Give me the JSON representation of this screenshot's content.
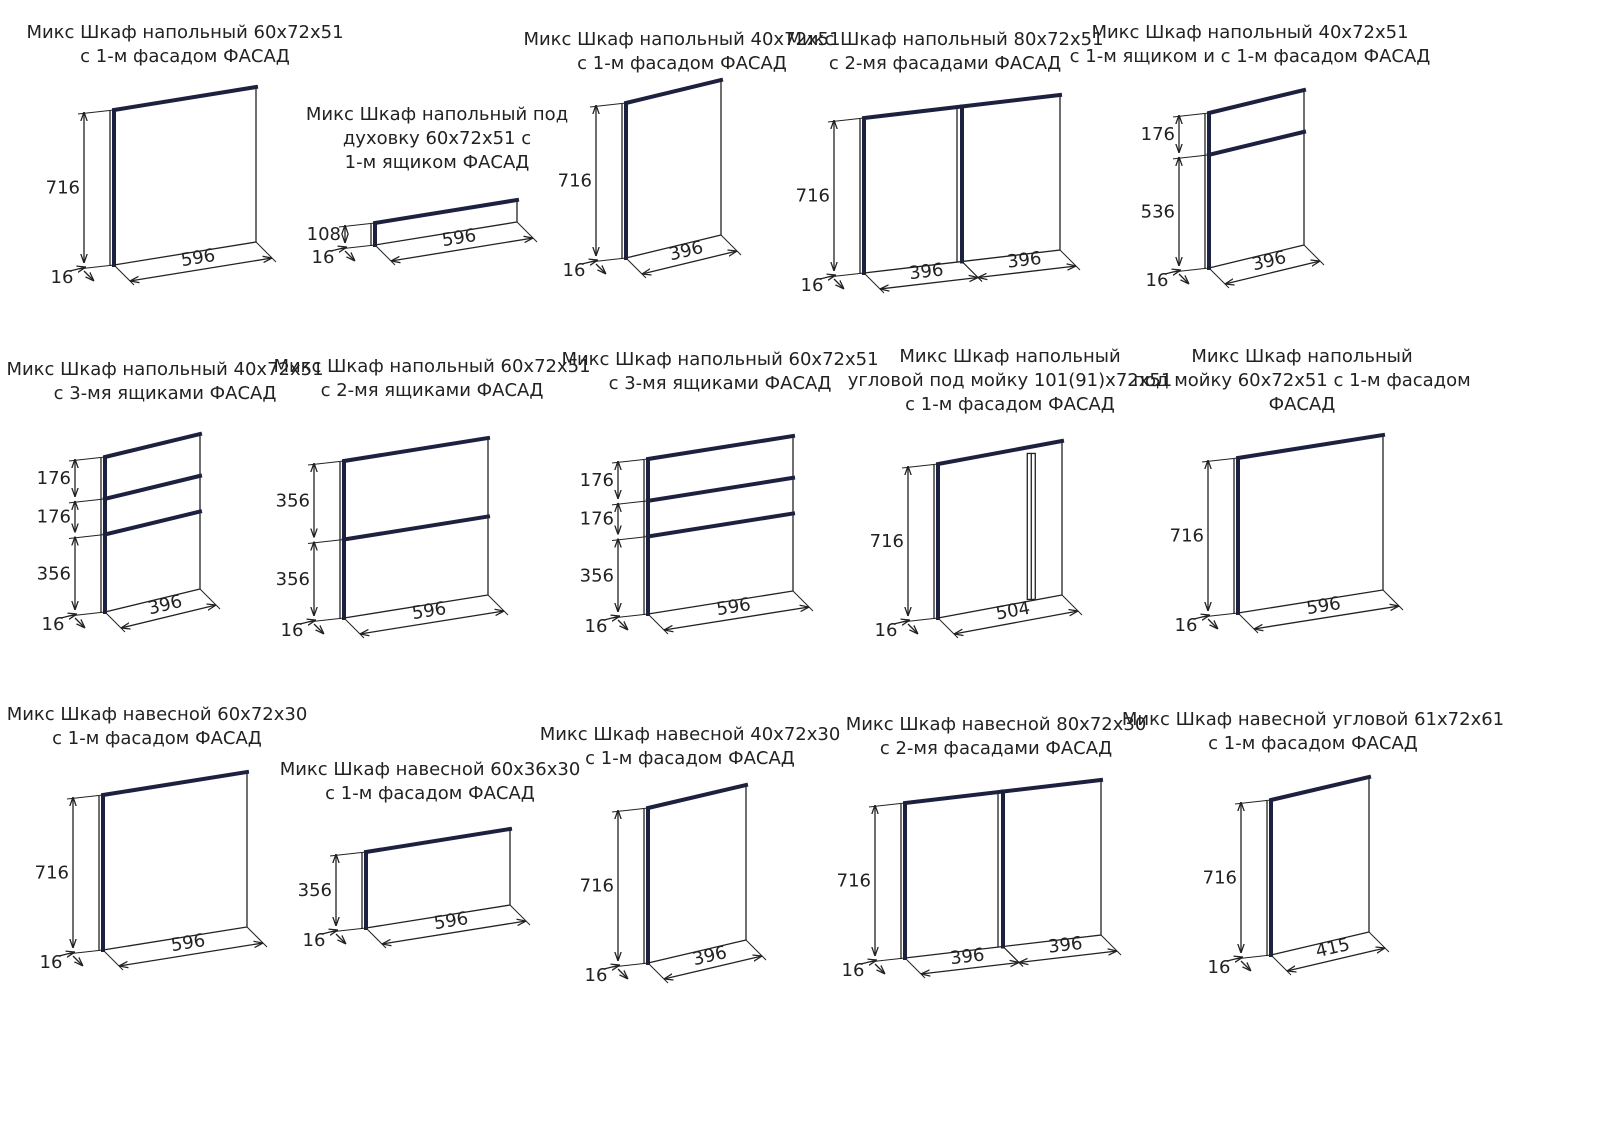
{
  "colors": {
    "panel_edge": "#1d2140",
    "line": "#222222",
    "background": "#ffffff"
  },
  "items": [
    {
      "title_lines": [
        "Микс Шкаф напольный 60x72x51",
        "с 1-м фасадом ФАСАД"
      ],
      "height_labels": [
        "716"
      ],
      "width_labels": [
        "596"
      ],
      "depth_label": "16"
    },
    {
      "title_lines": [
        "Микс Шкаф напольный под",
        "духовку 60x72x51 с",
        "1-м ящиком ФАСАД"
      ],
      "height_labels": [
        "108"
      ],
      "width_labels": [
        "596"
      ],
      "depth_label": "16"
    },
    {
      "title_lines": [
        "Микс Шкаф напольный 40x72x51",
        "с 1-м фасадом ФАСАД"
      ],
      "height_labels": [
        "716"
      ],
      "width_labels": [
        "396"
      ],
      "depth_label": "16"
    },
    {
      "title_lines": [
        "Микс Шкаф напольный 80x72x51",
        "с 2-мя фасадами ФАСАД"
      ],
      "height_labels": [
        "716"
      ],
      "width_labels": [
        "396",
        "396"
      ],
      "depth_label": "16"
    },
    {
      "title_lines": [
        "Микс Шкаф напольный 40x72x51",
        "с 1-м ящиком и с 1-м фасадом ФАСАД"
      ],
      "height_labels": [
        "176",
        "536"
      ],
      "width_labels": [
        "396"
      ],
      "depth_label": "16"
    },
    {
      "title_lines": [
        "Микс Шкаф напольный 40x72x51",
        "с 3-мя ящиками ФАСАД"
      ],
      "height_labels": [
        "176",
        "176",
        "356"
      ],
      "width_labels": [
        "396"
      ],
      "depth_label": "16"
    },
    {
      "title_lines": [
        "Микс Шкаф напольный 60x72x51",
        "с 2-мя ящиками ФАСАД"
      ],
      "height_labels": [
        "356",
        "356"
      ],
      "width_labels": [
        "596"
      ],
      "depth_label": "16"
    },
    {
      "title_lines": [
        "Микс Шкаф напольный 60x72x51",
        "с 3-мя ящиками ФАСАД"
      ],
      "height_labels": [
        "176",
        "176",
        "356"
      ],
      "width_labels": [
        "596"
      ],
      "depth_label": "16"
    },
    {
      "title_lines": [
        "Микс Шкаф напольный",
        "угловой под мойку 101(91)x72x51",
        "с 1-м фасадом ФАСАД"
      ],
      "height_labels": [
        "716"
      ],
      "width_labels": [
        "504"
      ],
      "depth_label": "16"
    },
    {
      "title_lines": [
        "Микс Шкаф напольный",
        "под мойку 60x72x51 с 1-м фасадом",
        "ФАСАД"
      ],
      "height_labels": [
        "716"
      ],
      "width_labels": [
        "596"
      ],
      "depth_label": "16"
    },
    {
      "title_lines": [
        "Микс Шкаф навесной 60x72x30",
        "с 1-м фасадом ФАСАД"
      ],
      "height_labels": [
        "716"
      ],
      "width_labels": [
        "596"
      ],
      "depth_label": "16"
    },
    {
      "title_lines": [
        "Микс Шкаф навесной 60x36x30",
        "с 1-м фасадом ФАСАД"
      ],
      "height_labels": [
        "356"
      ],
      "width_labels": [
        "596"
      ],
      "depth_label": "16"
    },
    {
      "title_lines": [
        "Микс Шкаф навесной 40x72x30",
        "с 1-м фасадом ФАСАД"
      ],
      "height_labels": [
        "716"
      ],
      "width_labels": [
        "396"
      ],
      "depth_label": "16"
    },
    {
      "title_lines": [
        "Микс Шкаф навесной 80x72x30",
        "с 2-мя фасадами ФАСАД"
      ],
      "height_labels": [
        "716"
      ],
      "width_labels": [
        "396",
        "396"
      ],
      "depth_label": "16"
    },
    {
      "title_lines": [
        "Микс Шкаф навесной угловой 61x72x61",
        "с 1-м фасадом ФАСАД"
      ],
      "height_labels": [
        "716"
      ],
      "width_labels": [
        "415"
      ],
      "depth_label": "16"
    }
  ]
}
